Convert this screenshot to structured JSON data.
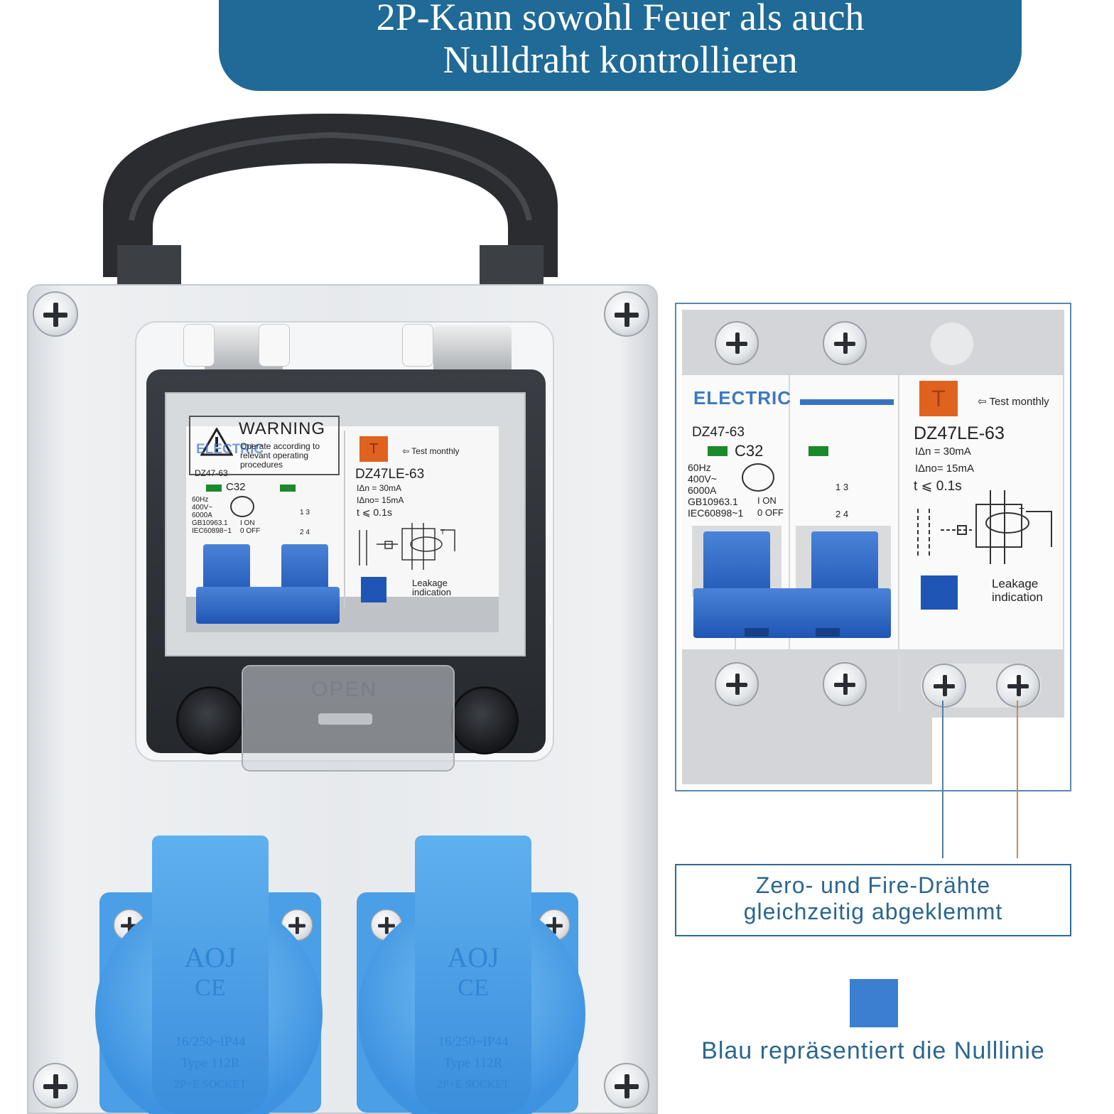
{
  "banner": {
    "line1": "2P-Kann sowohl Feuer als auch",
    "line2": "Nulldraht kontrollieren"
  },
  "device": {
    "warning": {
      "title": "WARNING",
      "line1": "Operate according to",
      "line2": "relevant operating",
      "line3": "procedures"
    },
    "brand_overlap": "ELECTRIC",
    "mcb_model": "DZ47-63",
    "mcb_rating": "C32",
    "mcb_specs": [
      "60Hz",
      "400V~",
      "6000A",
      "GB10963.1",
      "IEC60898~1"
    ],
    "on_label": "I ON",
    "off_label": "0 OFF",
    "rcd_model": "DZ47LE-63",
    "test_label": "Test monthly",
    "t_button": "T",
    "ian": "IΔn  = 30mA",
    "iano": "IΔno= 15mA",
    "t_spec": "t    ⩽  0.1s",
    "leakage1": "Leakage",
    "leakage2": "indication",
    "open_label": "OPEN",
    "poles": "1 3",
    "poles_bottom": "2 4"
  },
  "sockets": [
    {
      "brand": "AOJ",
      "ce": "CE",
      "spec1": "16/250~IP44",
      "spec2": "Type 112R",
      "spec3": "2P+E SOCKET"
    },
    {
      "brand": "AOJ",
      "ce": "CE",
      "spec1": "16/250~IP44",
      "spec2": "Type 112R",
      "spec3": "2P+E SOCKET"
    }
  ],
  "zoom": {
    "brand": "ELECTRIC",
    "mcb_model": "DZ47-63",
    "mcb_rating": "C32",
    "mcb_specs": [
      "60Hz",
      "400V~",
      "6000A",
      "GB10963.1",
      "IEC60898~1"
    ],
    "on_label": "I ON",
    "off_label": "0 OFF",
    "t_button": "T",
    "test_label": "Test monthly",
    "rcd_model": "DZ47LE-63",
    "ian": "IΔn  = 30mA",
    "iano": "IΔno= 15mA",
    "t_spec": "t      ⩽  0.1s",
    "leakage1": "Leakage",
    "leakage2": "indication",
    "poles": "1 3",
    "poles_bottom": "2 4"
  },
  "callout": {
    "line1": "Zero- und Fire-Drähte",
    "line2": "gleichzeitig abgeklemmt"
  },
  "legend": {
    "text": "Blau repräsentiert die Nulllinie"
  },
  "colors": {
    "banner": "#1f6a96",
    "accent_text": "#2b6690",
    "neutral_blue": "#3a7fd0",
    "socket_blue": "#4a9fe6",
    "breaker_blue": "#1f55b4",
    "test_orange": "#e0621f",
    "indicator_green": "#1a8a2a",
    "fire_wire": "#c8895a",
    "zero_wire": "#4e7fa6"
  }
}
